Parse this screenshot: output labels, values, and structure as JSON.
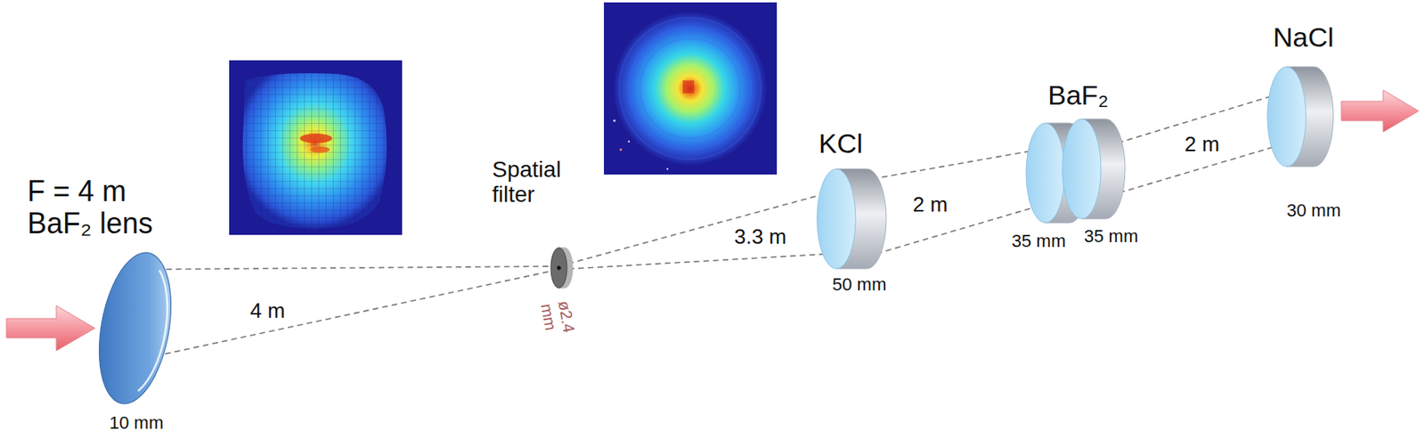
{
  "diagram": {
    "nodes": [
      {
        "text": [
          "F = 4 m BaF₂ lens",
          "10 mm"
        ]
      },
      {
        "text": [
          "Spatial filter",
          "ø2.4 mm"
        ]
      },
      {
        "text": [
          "KCl",
          "50 mm"
        ]
      },
      {
        "text": [
          "BaF₂",
          "35 mm",
          "35 mm"
        ]
      },
      {
        "text": [
          "NaCl",
          "30 mm"
        ]
      }
    ],
    "edges": [
      {
        "from": 0,
        "to": 1,
        "arrow": "none",
        "label": "4 m"
      },
      {
        "from": 1,
        "to": 2,
        "arrow": "none",
        "label": "3.3 m"
      },
      {
        "from": 2,
        "to": 3,
        "arrow": "none",
        "label": "2 m"
      },
      {
        "from": 3,
        "to": 4,
        "arrow": "none",
        "label": "2 m"
      }
    ]
  }
}
